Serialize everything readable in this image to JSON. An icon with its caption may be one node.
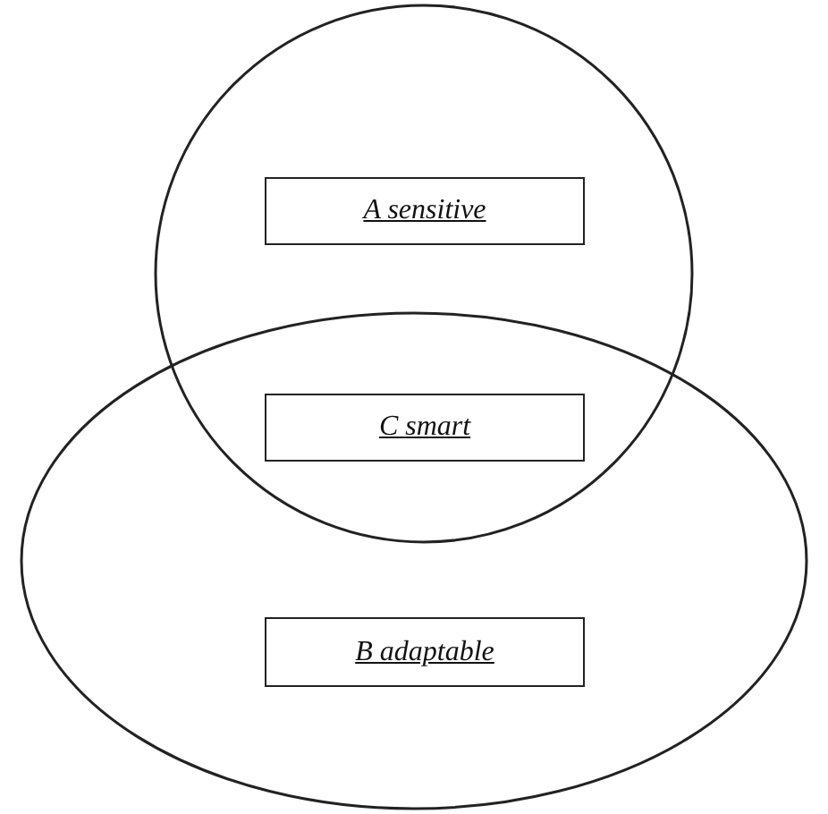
{
  "diagram": {
    "nodes": [
      {
        "text": [],
        "shape": "circle"
      },
      {
        "text": [],
        "shape": "ellipse"
      },
      {
        "text": [
          "A sensitive"
        ],
        "in": 0
      },
      {
        "text": [
          "C smart"
        ]
      },
      {
        "text": [
          "B adaptable"
        ],
        "in": 1
      }
    ]
  }
}
